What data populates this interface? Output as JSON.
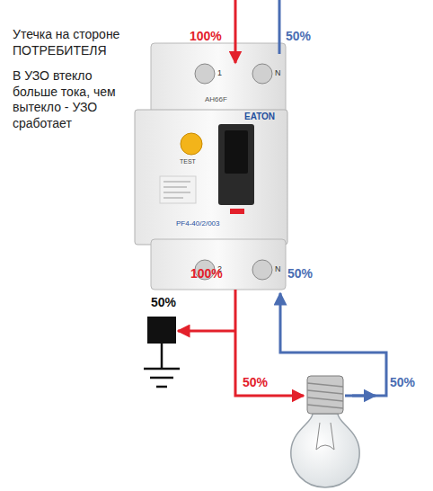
{
  "diagram": {
    "title": "Утечка на стороне ПОТРЕБИТЕЛЯ",
    "labels": [
      "100%",
      "50%",
      "AH66F",
      "EATON",
      "TEST",
      "PF4-40/2/003",
      "1",
      "N",
      "2",
      "N",
      "100%",
      "50%",
      "50%",
      "50%",
      "50%",
      "В УЗО втекло больше тока, чем вытекло - УЗО сработает"
    ]
  }
}
